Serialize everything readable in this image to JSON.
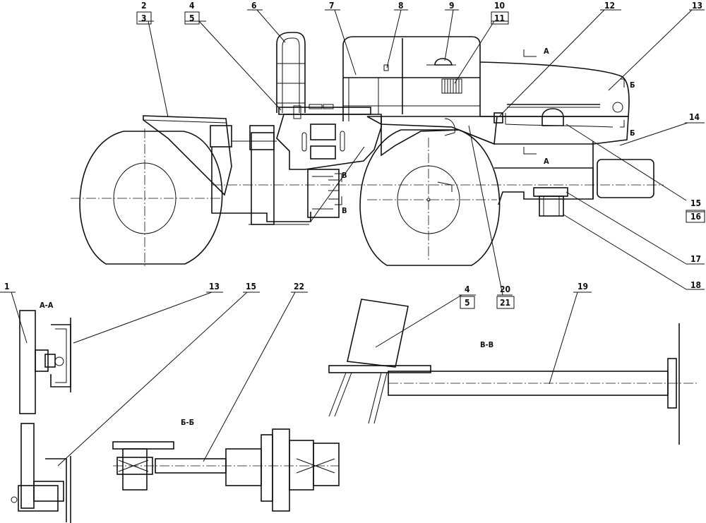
{
  "callouts": {
    "c1": "1",
    "c2": "2",
    "c3": "3",
    "c4": "4",
    "c5": "5",
    "c6": "6",
    "c7": "7",
    "c8": "8",
    "c9": "9",
    "c10": "10",
    "c11": "11",
    "c12": "12",
    "c13": "13",
    "c14": "14",
    "c15": "15",
    "c16": "16",
    "c17": "17",
    "c18": "18",
    "c19": "19",
    "c20": "20",
    "c21": "21",
    "c22": "22",
    "c4b": "4",
    "c5b": "5",
    "c13b": "13",
    "c15b": "15"
  },
  "section_labels": {
    "aa": "А-А",
    "bb": "Б-Б",
    "vv": "В-В",
    "cut_a": "А",
    "cut_b": "Б",
    "cut_v": "В"
  }
}
